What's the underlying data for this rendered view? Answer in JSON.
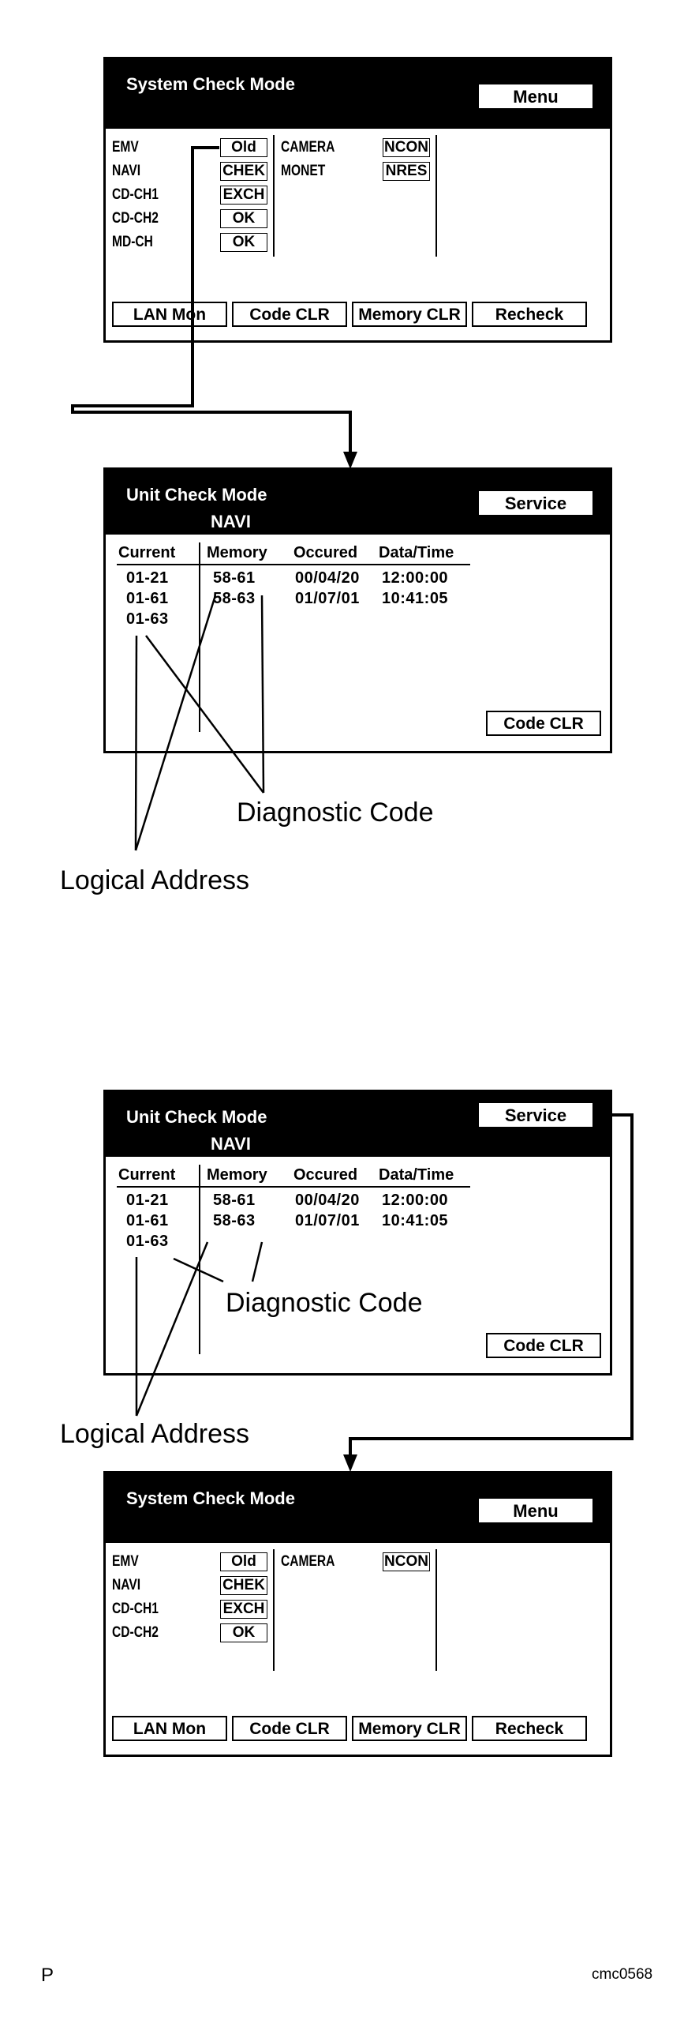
{
  "system_panel_1": {
    "title": "System Check Mode",
    "menu_label": "Menu",
    "rows_left": [
      {
        "label": "EMV",
        "value": "Old"
      },
      {
        "label": "NAVI",
        "value": "CHEK"
      },
      {
        "label": "CD-CH1",
        "value": "EXCH"
      },
      {
        "label": "CD-CH2",
        "value": "OK"
      },
      {
        "label": "MD-CH",
        "value": "OK"
      }
    ],
    "rows_right": [
      {
        "label": "CAMERA",
        "value": "NCON"
      },
      {
        "label": "MONET",
        "value": "NRES"
      }
    ],
    "buttons": [
      "LAN Mon",
      "Code CLR",
      "Memory CLR",
      "Recheck"
    ]
  },
  "unit_panel_1": {
    "title": "Unit Check Mode",
    "subtitle": "NAVI",
    "service_label": "Service",
    "columns": [
      "Current",
      "Memory",
      "Occured",
      "Data/Time"
    ],
    "current": [
      "01-21",
      "01-61",
      "01-63"
    ],
    "memory": [
      "58-61",
      "58-63"
    ],
    "occured": [
      "00/04/20",
      "01/07/01"
    ],
    "datetime": [
      "12:00:00",
      "10:41:05"
    ],
    "code_clr": "Code CLR"
  },
  "unit_panel_2": {
    "title": "Unit Check Mode",
    "subtitle": "NAVI",
    "service_label": "Service",
    "columns": [
      "Current",
      "Memory",
      "Occured",
      "Data/Time"
    ],
    "current": [
      "01-21",
      "01-61",
      "01-63"
    ],
    "memory": [
      "58-61",
      "58-63"
    ],
    "occured": [
      "00/04/20",
      "01/07/01"
    ],
    "datetime": [
      "12:00:00",
      "10:41:05"
    ],
    "code_clr": "Code CLR"
  },
  "system_panel_2": {
    "title": "System Check Mode",
    "menu_label": "Menu",
    "rows_left": [
      {
        "label": "EMV",
        "value": "Old"
      },
      {
        "label": "NAVI",
        "value": "CHEK"
      },
      {
        "label": "CD-CH1",
        "value": "EXCH"
      },
      {
        "label": "CD-CH2",
        "value": "OK"
      }
    ],
    "rows_right": [
      {
        "label": "CAMERA",
        "value": "NCON"
      }
    ],
    "buttons": [
      "LAN Mon",
      "Code CLR",
      "Memory CLR",
      "Recheck"
    ]
  },
  "callouts": {
    "diagnostic_code": "Diagnostic Code",
    "logical_address": "Logical Address"
  },
  "footer": {
    "left": "P",
    "right": "cmc0568"
  }
}
